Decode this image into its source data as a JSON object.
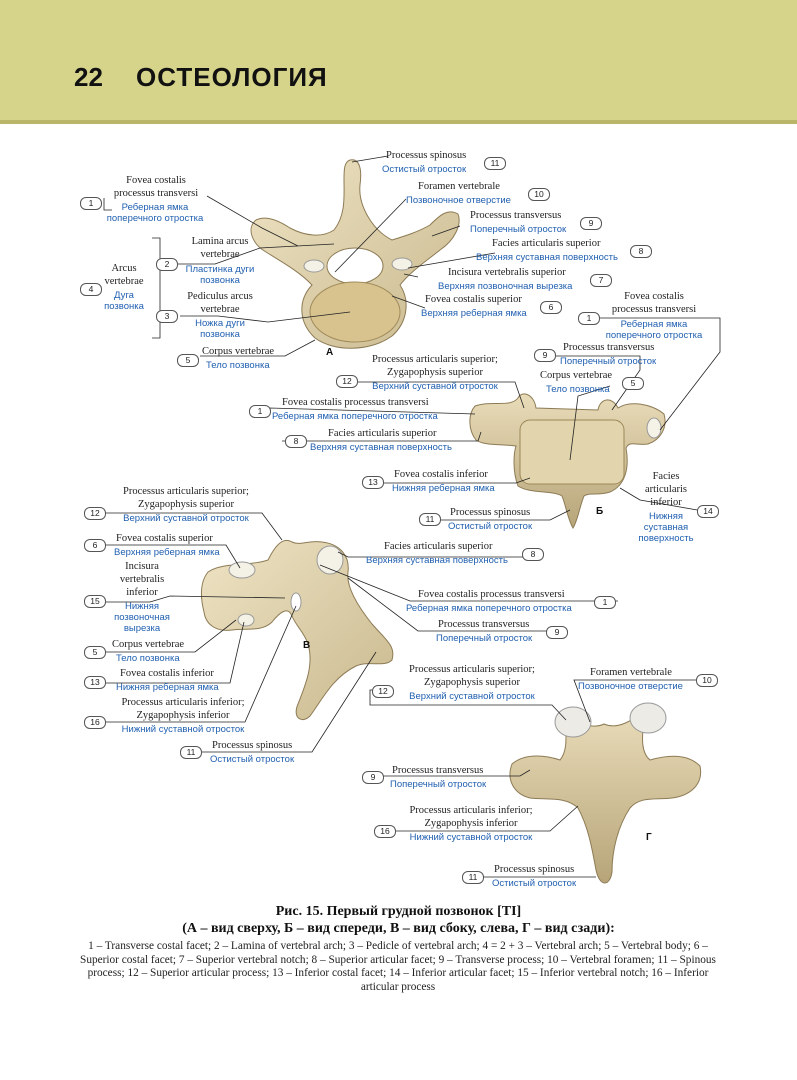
{
  "header": {
    "page_number": "22",
    "section_title": "ОСТЕОЛОГИЯ"
  },
  "views": {
    "a": "А",
    "b": "Б",
    "v": "В",
    "g": "Г"
  },
  "labels": {
    "a11": {
      "num": "11",
      "lat": "Processus spinosus",
      "ru": "Остистый отросток"
    },
    "a10": {
      "num": "10",
      "lat": "Foramen vertebrale",
      "ru": "Позвоночное отверстие"
    },
    "a9": {
      "num": "9",
      "lat": "Processus transversus",
      "ru": "Поперечный отросток"
    },
    "a8": {
      "num": "8",
      "lat": "Facies articularis superior",
      "ru": "Верхняя суставная поверхность"
    },
    "a7": {
      "num": "7",
      "lat": "Incisura vertebralis superior",
      "ru": "Верхняя позвоночная вырезка"
    },
    "a6": {
      "num": "6",
      "lat": "Fovea costalis superior",
      "ru": "Верхняя реберная ямка"
    },
    "a1": {
      "num": "1",
      "lat1": "Fovea costalis",
      "lat2": "processus transversi",
      "ru1": "Реберная ямка",
      "ru2": "поперечного отростка"
    },
    "a2": {
      "num": "2",
      "lat1": "Lamina arcus",
      "lat2": "vertebrae",
      "ru1": "Пластинка дуги",
      "ru2": "позвонка"
    },
    "a4": {
      "num": "4",
      "lat1": "Arcus",
      "lat2": "vertebrae",
      "ru1": "Дуга",
      "ru2": "позвонка"
    },
    "a3": {
      "num": "3",
      "lat1": "Pediculus arcus",
      "lat2": "vertebrae",
      "ru1": "Ножка дуги",
      "ru2": "позвонка"
    },
    "a5": {
      "num": "5",
      "lat": "Corpus vertebrae",
      "ru": "Тело позвонка"
    },
    "b12": {
      "num": "12",
      "lat1": "Processus articularis superior;",
      "lat2": "Zygapophysis superior",
      "ru": "Верхний суставной отросток"
    },
    "b1": {
      "num": "1",
      "lat": "Fovea costalis processus transversi",
      "ru": "Реберная ямка поперечного отростка"
    },
    "b8": {
      "num": "8",
      "lat": "Facies articularis superior",
      "ru": "Верхняя суставная поверхность"
    },
    "b13": {
      "num": "13",
      "lat": "Fovea costalis inferior",
      "ru": "Нижняя реберная ямка"
    },
    "b11": {
      "num": "11",
      "lat": "Processus spinosus",
      "ru": "Остистый отросток"
    },
    "b1r": {
      "num": "1",
      "lat1": "Fovea costalis",
      "lat2": "processus transversi",
      "ru1": "Реберная ямка",
      "ru2": "поперечного отростка"
    },
    "b9": {
      "num": "9",
      "lat": "Processus transversus",
      "ru": "Поперечный отросток"
    },
    "b5": {
      "num": "5",
      "lat": "Corpus vertebrae",
      "ru": "Тело позвонка"
    },
    "b14": {
      "num": "14",
      "lat1": "Facies",
      "lat2": "articularis",
      "lat3": "inferior",
      "ru1": "Нижняя",
      "ru2": "суставная",
      "ru3": "поверхность"
    },
    "v12": {
      "num": "12",
      "lat1": "Processus articularis superior;",
      "lat2": "Zygapophysis superior",
      "ru": "Верхний суставной отросток"
    },
    "v6": {
      "num": "6",
      "lat": "Fovea costalis superior",
      "ru": "Верхняя реберная ямка"
    },
    "v15": {
      "num": "15",
      "lat1": "Incisura",
      "lat2": "vertebralis",
      "lat3": "inferior",
      "ru1": "Нижняя",
      "ru2": "позвоночная",
      "ru3": "вырезка"
    },
    "v5": {
      "num": "5",
      "lat": "Corpus vertebrae",
      "ru": "Тело позвонка"
    },
    "v13": {
      "num": "13",
      "lat": "Fovea costalis inferior",
      "ru": "Нижняя реберная ямка"
    },
    "v16": {
      "num": "16",
      "lat1": "Processus articularis inferior;",
      "lat2": "Zygapophysis inferior",
      "ru": "Нижний суставной отросток"
    },
    "v11": {
      "num": "11",
      "lat": "Processus spinosus",
      "ru": "Остистый отросток"
    },
    "v8": {
      "num": "8",
      "lat": "Facies articularis superior",
      "ru": "Верхняя суставная поверхность"
    },
    "v1": {
      "num": "1",
      "lat": "Fovea costalis processus transversi",
      "ru": "Реберная ямка поперечного отростка"
    },
    "v9": {
      "num": "9",
      "lat": "Processus transversus",
      "ru": "Поперечный отросток"
    },
    "g12": {
      "num": "12",
      "lat1": "Processus articularis superior;",
      "lat2": "Zygapophysis superior",
      "ru": "Верхний суставной отросток"
    },
    "g10": {
      "num": "10",
      "lat": "Foramen vertebrale",
      "ru": "Позвоночное отверстие"
    },
    "g9": {
      "num": "9",
      "lat": "Processus transversus",
      "ru": "Поперечный отросток"
    },
    "g16": {
      "num": "16",
      "lat1": "Processus articularis inferior;",
      "lat2": "Zygapophysis inferior",
      "ru": "Нижний суставной отросток"
    },
    "g11": {
      "num": "11",
      "lat": "Processus spinosus",
      "ru": "Остистый отросток"
    }
  },
  "caption": {
    "title": "Рис. 15. Первый грудной позвонок [TI]",
    "subtitle": "(А – вид сверху, Б – вид спереди, В – вид сбоку, слева, Г – вид сзади):",
    "body": "1 – Transverse costal facet; 2 – Lamina of vertebral arch; 3 – Pedicle of vertebral arch; 4 = 2 + 3 – Vertebral arch; 5 – Vertebral body; 6 – Superior costal facet; 7 – Superior vertebral notch; 8 – Superior articular facet; 9 – Transverse process; 10 – Vertebral foramen; 11 – Spinous process; 12 – Superior articular process; 13 – Inferior costal facet; 14 – Inferior articular facet; 15 – Inferior vertebral notch; 16 – Inferior articular process"
  },
  "colors": {
    "header_band": "#d6d38a",
    "russian_text": "#1f5fb0",
    "bone": "#dccfa9"
  }
}
